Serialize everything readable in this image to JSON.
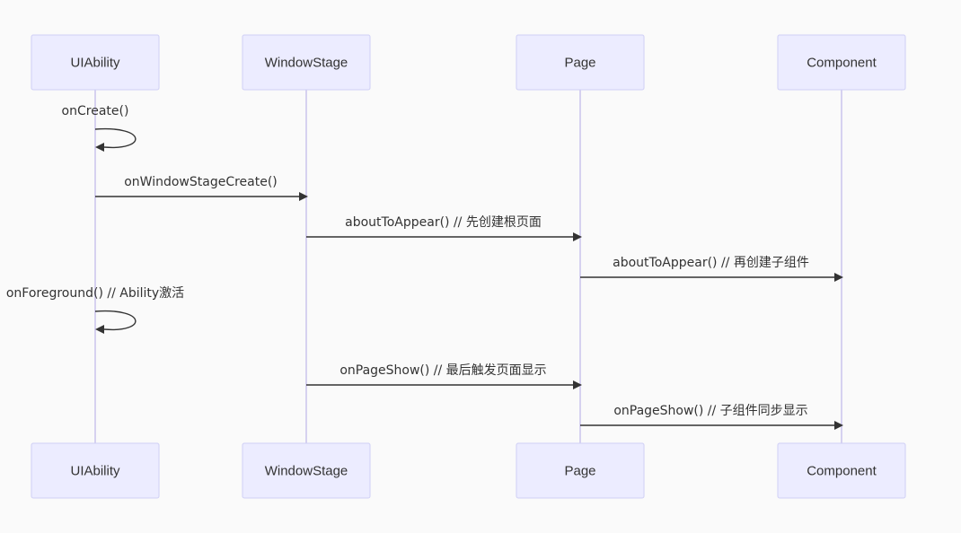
{
  "actors": [
    {
      "id": "uiability",
      "label": "UIAbility"
    },
    {
      "id": "windowstage",
      "label": "WindowStage"
    },
    {
      "id": "page",
      "label": "Page"
    },
    {
      "id": "component",
      "label": "Component"
    }
  ],
  "messages": [
    {
      "from": "uiability",
      "to": "uiability",
      "label": "onCreate()"
    },
    {
      "from": "uiability",
      "to": "windowstage",
      "label": "onWindowStageCreate()"
    },
    {
      "from": "windowstage",
      "to": "page",
      "label": "aboutToAppear() // 先创建根页面"
    },
    {
      "from": "page",
      "to": "component",
      "label": "aboutToAppear() // 再创建子组件"
    },
    {
      "from": "uiability",
      "to": "uiability",
      "label": "onForeground() // Ability激活"
    },
    {
      "from": "windowstage",
      "to": "page",
      "label": "onPageShow() // 最后触发页面显示"
    },
    {
      "from": "page",
      "to": "component",
      "label": "onPageShow() // 子组件同步显示"
    }
  ],
  "colors": {
    "actor_fill": "#ececff",
    "actor_border": "#cfcff5",
    "lifeline": "#d6d1f0",
    "arrow": "#333333",
    "text": "#333333",
    "background": "#fafafa"
  }
}
